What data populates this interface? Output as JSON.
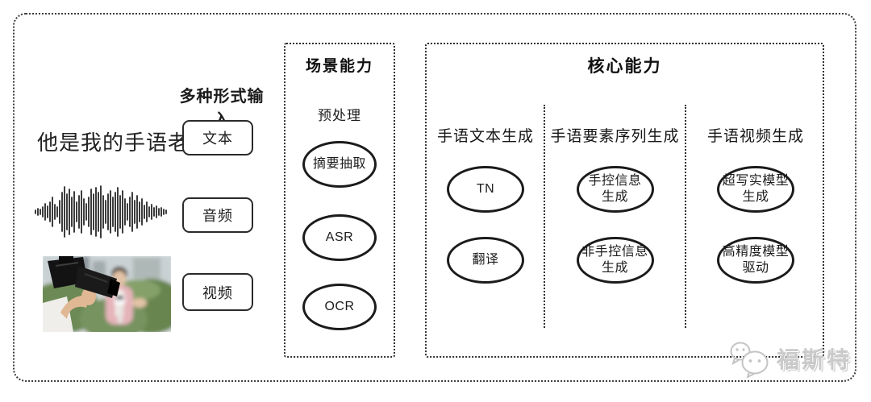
{
  "diagram": {
    "input": {
      "title": "多种形式输入",
      "text_example": "他是我的手语老师",
      "modalities": [
        {
          "label": "文本"
        },
        {
          "label": "音频"
        },
        {
          "label": "视频"
        }
      ]
    },
    "scene": {
      "title": "场景能力",
      "subtitle": "预处理",
      "nodes": [
        {
          "lines": [
            "摘要抽取"
          ]
        },
        {
          "lines": [
            "ASR"
          ]
        },
        {
          "lines": [
            "OCR"
          ]
        }
      ]
    },
    "core": {
      "title": "核心能力",
      "columns": [
        {
          "label": "手语文本生成",
          "nodes": [
            {
              "lines": [
                "TN"
              ]
            },
            {
              "lines": [
                "翻译"
              ]
            }
          ]
        },
        {
          "label": "手语要素序列生成",
          "nodes": [
            {
              "lines": [
                "手控信息",
                "生成"
              ]
            },
            {
              "lines": [
                "非手控信息",
                "生成"
              ]
            }
          ]
        },
        {
          "label": "手语视频生成",
          "nodes": [
            {
              "lines": [
                "超写实模型",
                "生成"
              ]
            },
            {
              "lines": [
                "高精度模型",
                "驱动"
              ]
            }
          ]
        }
      ]
    },
    "watermark": {
      "text": "福斯特",
      "icon": "wechat-icon"
    },
    "colors": {
      "line": "#2a2a2a",
      "watermark": "#cacaca"
    }
  }
}
